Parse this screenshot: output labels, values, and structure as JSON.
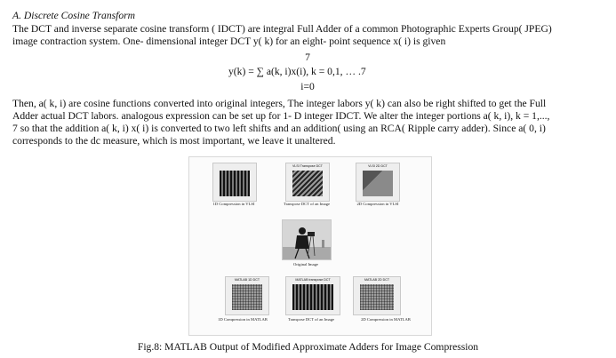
{
  "section": {
    "heading": "A.   Discrete Cosine Transform"
  },
  "paragraph1": {
    "line1": "The DCT and inverse separate cosine transform ( IDCT) are integral Full Adder of a common Photographic Experts Group( JPEG)",
    "line2": "image contraction system. One- dimensional integer DCT y( k) for an eight- point sequence x( i) is given"
  },
  "equation": {
    "upper_limit": "7",
    "body": "y(k) = ∑ a(k, i)x(i), k = 0,1, … .7",
    "lower_limit": "i=0"
  },
  "paragraph2": {
    "line1": "Then, a( k, i) are cosine functions converted into original integers, The integer labors y( k) can also be right shifted to get the Full",
    "line2": "Adder actual DCT labors.  analogous expression can be set up for 1- D integer IDCT. We alter the integer portions a( k, i), k = 1,...,",
    "line3": "7 so that the addition a( k, i) x( i) is converted to two left shifts and an addition( using an RCA( Ripple carry adder). Since a( 0, i)",
    "line4": "corresponds to the dc measure, which is most important, we leave it unaltered."
  },
  "figure": {
    "vlsi_row": {
      "panels": [
        {
          "title": "",
          "caption": "1D Compression in VLSI"
        },
        {
          "title": "VLSI Transpose DCT",
          "caption": "Transpose DCT of an Image"
        },
        {
          "title": "VLSI 2D DCT",
          "caption": "2D Compression in VLSI"
        }
      ]
    },
    "original": {
      "caption": "Original Image"
    },
    "matlab_row": {
      "panels": [
        {
          "title": "MATLAB 1D DCT",
          "caption": "1D Compression in MATLAB"
        },
        {
          "title": "MATLAB transpose DCT",
          "caption": "Transpose DCT of an Image"
        },
        {
          "title": "MATLAB 2D DCT",
          "caption": "2D Compression in MATLAB"
        }
      ]
    },
    "caption": "Fig.8: MATLAB Output of Modified Approximate Adders for Image Compression"
  }
}
